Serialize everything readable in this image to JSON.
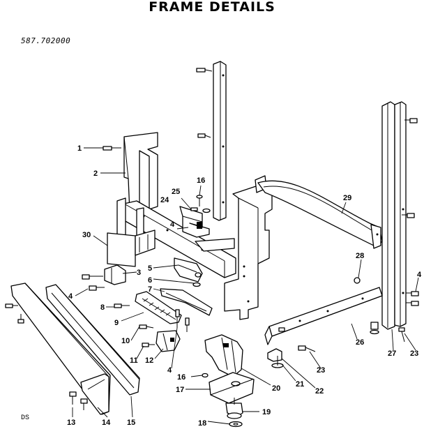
{
  "title": "FRAME DETAILS",
  "model_number": "587.702000",
  "diagram_code": "DS",
  "labels": [
    {
      "id": "1",
      "text": "1"
    },
    {
      "id": "2",
      "text": "2"
    },
    {
      "id": "3",
      "text": "3"
    },
    {
      "id": "4a",
      "text": "4"
    },
    {
      "id": "4b",
      "text": "4"
    },
    {
      "id": "4c",
      "text": "4"
    },
    {
      "id": "4d",
      "text": "4"
    },
    {
      "id": "5",
      "text": "5"
    },
    {
      "id": "6",
      "text": "6"
    },
    {
      "id": "7",
      "text": "7"
    },
    {
      "id": "8",
      "text": "8"
    },
    {
      "id": "9",
      "text": "9"
    },
    {
      "id": "10",
      "text": "10"
    },
    {
      "id": "11",
      "text": "11"
    },
    {
      "id": "12",
      "text": "12"
    },
    {
      "id": "13",
      "text": "13"
    },
    {
      "id": "14",
      "text": "14"
    },
    {
      "id": "15",
      "text": "15"
    },
    {
      "id": "16a",
      "text": "16"
    },
    {
      "id": "16b",
      "text": "16"
    },
    {
      "id": "17",
      "text": "17"
    },
    {
      "id": "18",
      "text": "18"
    },
    {
      "id": "19",
      "text": "19"
    },
    {
      "id": "20",
      "text": "20"
    },
    {
      "id": "21",
      "text": "21"
    },
    {
      "id": "22",
      "text": "22"
    },
    {
      "id": "23a",
      "text": "23"
    },
    {
      "id": "23b",
      "text": "23"
    },
    {
      "id": "24",
      "text": "24"
    },
    {
      "id": "25",
      "text": "25"
    },
    {
      "id": "26",
      "text": "26"
    },
    {
      "id": "27",
      "text": "27"
    },
    {
      "id": "28",
      "text": "28"
    },
    {
      "id": "29",
      "text": "29"
    },
    {
      "id": "30",
      "text": "30"
    }
  ]
}
